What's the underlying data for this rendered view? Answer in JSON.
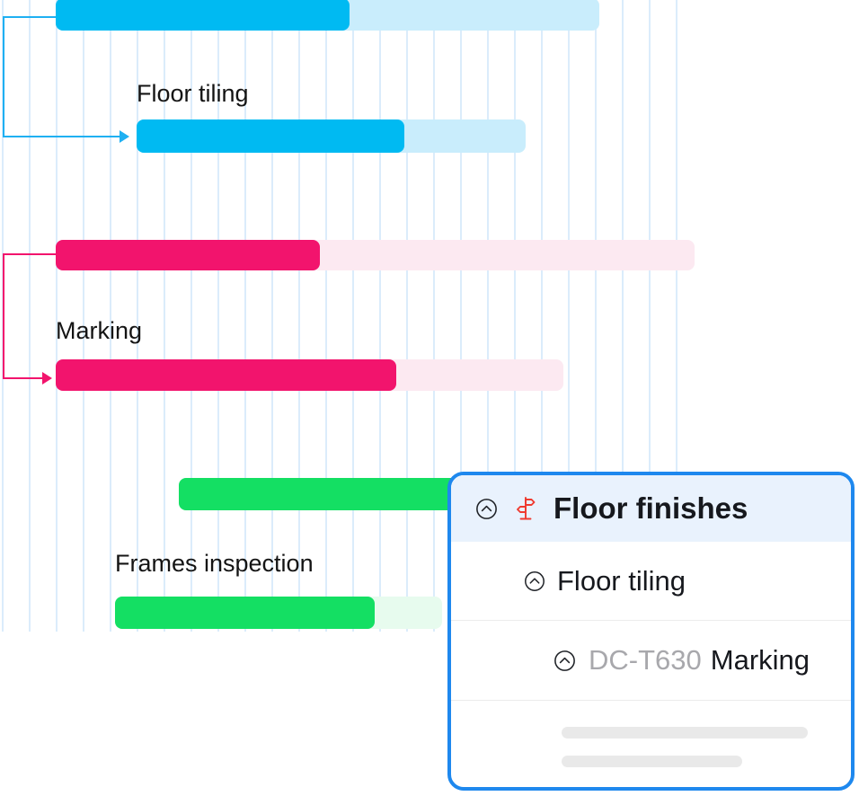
{
  "app": {
    "view": "gantt-timeline"
  },
  "colors": {
    "blue_solid": "#00BAF2",
    "blue_light": "#C9EDFC",
    "pink_solid": "#F2146D",
    "pink_light": "#FCE9F1",
    "green_solid": "#14DF63",
    "green_light": "#E7FBEE",
    "grid_line": "#DBECFB",
    "popup_border": "#1E88EE",
    "popup_header_bg": "#E9F2FD",
    "skeleton_gray": "#E9E9E9",
    "code_gray": "#A8A8AC",
    "text_dark": "#16181D",
    "red_icon": "#EF3B30"
  },
  "gantt": {
    "labels": {
      "floor_tiling": "Floor tiling",
      "marking": "Marking",
      "frames_inspection": "Frames inspection"
    },
    "bars": [
      {
        "id": "blue-summary-top",
        "color_name": "blue",
        "progress_pct": 54
      },
      {
        "id": "floor-tiling",
        "color_name": "blue",
        "progress_pct": 69
      },
      {
        "id": "pink-summary",
        "color_name": "pink",
        "progress_pct": 41
      },
      {
        "id": "marking",
        "color_name": "pink",
        "progress_pct": 67
      },
      {
        "id": "green-summary",
        "color_name": "green",
        "progress_pct": 100
      },
      {
        "id": "frames-inspection",
        "color_name": "green",
        "progress_pct": 79
      }
    ]
  },
  "popup": {
    "header": {
      "label": "Floor finishes",
      "collapse_icon": "chevron-circle-up-icon",
      "flag_icon": "signpost-icon"
    },
    "rows": [
      {
        "icon": "chevron-circle-up-icon",
        "label": "Floor tiling"
      },
      {
        "icon": "chevron-circle-up-icon",
        "code": "DC-T630",
        "label": "Marking"
      }
    ],
    "skeleton_bar_count": 2
  }
}
